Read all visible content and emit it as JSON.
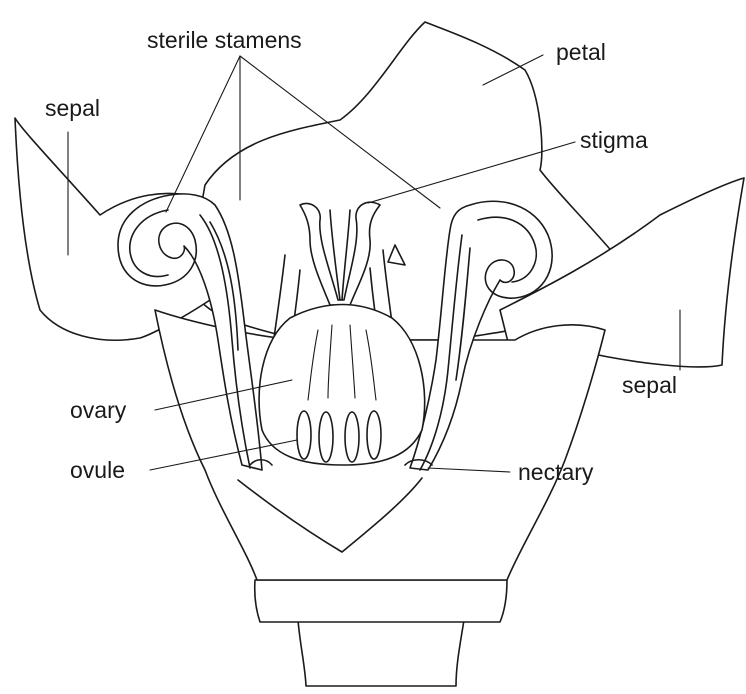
{
  "labels": {
    "sterile_stamens": "sterile stamens",
    "petal": "petal",
    "sepal_left": "sepal",
    "stigma": "stigma",
    "sepal_right": "sepal",
    "ovary": "ovary",
    "ovule": "ovule",
    "nectary": "nectary"
  },
  "colors": {
    "line": "#1a1a1a",
    "background": "#ffffff"
  }
}
